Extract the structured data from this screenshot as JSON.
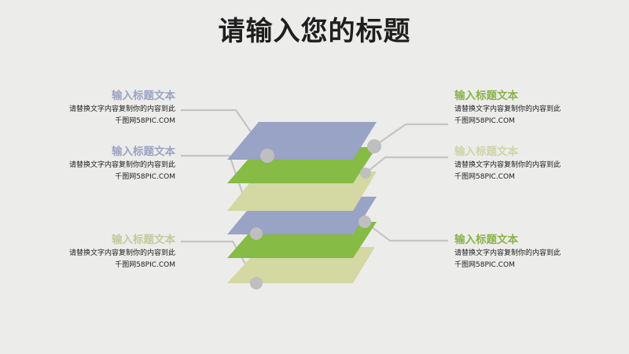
{
  "slide": {
    "title": "请输入您的标题"
  },
  "colors": {
    "blue": "#98a3c6",
    "green": "#86bb45",
    "khaki": "#d4d8a2",
    "connector": "#c4c4c4",
    "dot": "#bfbfbf",
    "title": "#1f1f1f"
  },
  "items": [
    {
      "side": "left",
      "heading": "输入标题文本",
      "heading_color": "#9ba4c4",
      "line1": "请替换文字内容复制你的内容到此",
      "line2": "千图网58PIC.COM"
    },
    {
      "side": "left",
      "heading": "输入标题文本",
      "heading_color": "#9ba4c4",
      "line1": "请替换文字内容复制你的内容到此",
      "line2": "千图网58PIC.COM"
    },
    {
      "side": "left",
      "heading": "输入标题文本",
      "heading_color": "#c4c99a",
      "line1": "请替换文字内容复制你的内容到此",
      "line2": "千图网58PIC.COM"
    },
    {
      "side": "right",
      "heading": "输入标题文本",
      "heading_color": "#8ab34a",
      "line1": "请替换文字内容复制你的内容到此",
      "line2": "千图网58PIC.COM"
    },
    {
      "side": "right",
      "heading": "输入标题文本",
      "heading_color": "#cfd3a6",
      "line1": "请替换文字内容复制你的内容到此",
      "line2": "千图网58PIC.COM"
    },
    {
      "side": "right",
      "heading": "输入标题文本",
      "heading_color": "#8ab34a",
      "line1": "请替换文字内容复制你的内容到此",
      "line2": "千图网58PIC.COM"
    }
  ],
  "layers": [
    {
      "name": "layer-1",
      "color": "blue"
    },
    {
      "name": "layer-2",
      "color": "green"
    },
    {
      "name": "layer-3",
      "color": "khaki"
    },
    {
      "name": "layer-4",
      "color": "blue"
    },
    {
      "name": "layer-5",
      "color": "green"
    },
    {
      "name": "layer-6",
      "color": "khaki"
    }
  ]
}
